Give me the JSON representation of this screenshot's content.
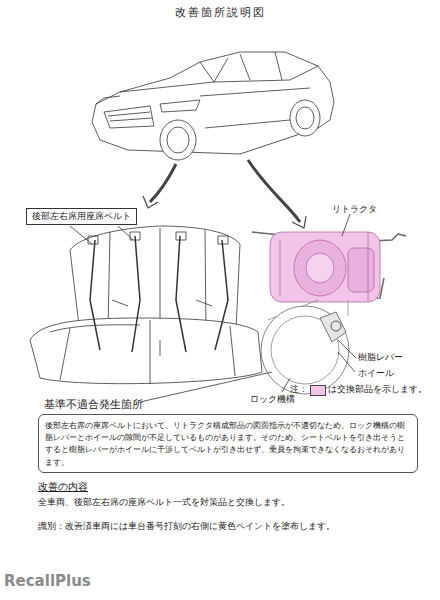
{
  "diagram": {
    "title": "改善箇所説明図",
    "nodes": [
      {
        "text": [
          "後部左右席用座席ベルト"
        ]
      },
      {
        "text": [
          "基準不適合発生箇所",
          "後部左右席の座席ベルトにおいて、リトラクタ構成部品の図面指示が不適切なため、ロック機構の樹脂レバーとホイールの隙間が不足しているものがあります。そのため、シートベルトを引き出そうとすると樹脂レバーがホイールに干渉してベルトが引き出せず、乗員を拘束できなくなるおそれがあります。"
        ]
      }
    ],
    "labels": [
      "リトラクタ",
      "樹脂レバー",
      "ホイール",
      "ロック機構",
      "注：",
      "改善の内容",
      "全車両、後部左右席の座席ベルト一式を対策品と交換します。",
      "識別：改善済車両には車台番号打刻の右側に黄色ペイントを塗布します。",
      "RecallPlus"
    ],
    "legend": [
      {
        "text": "は交換部品を示します。",
        "color": "#f2c4e8"
      }
    ]
  }
}
